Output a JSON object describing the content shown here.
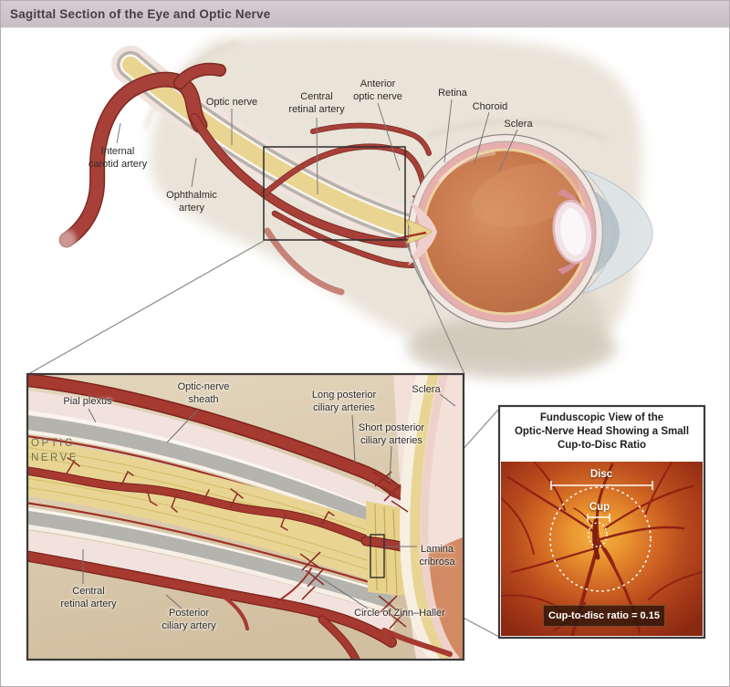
{
  "title": "Sagittal Section of the Eye and Optic Nerve",
  "main": {
    "labels": {
      "internal_carotid_artery": "Internal\ncarotid artery",
      "ophthalmic_artery": "Ophthalmic\nartery",
      "optic_nerve": "Optic nerve",
      "central_retinal_artery": "Central\nretinal artery",
      "anterior_optic_nerve": "Anterior\noptic nerve",
      "retina": "Retina",
      "choroid": "Choroid",
      "sclera": "Sclera"
    }
  },
  "inset": {
    "labels": {
      "pial_plexus": "Pial plexus",
      "optic_nerve_caps": "OPTIC\nNERVE",
      "optic_nerve_sheath": "Optic-nerve\nsheath",
      "long_posterior_ciliary_arteries": "Long posterior\nciliary arteries",
      "short_posterior_ciliary_arteries": "Short posterior\nciliary arteries",
      "sclera": "Sclera",
      "central_retinal_artery": "Central\nretinal artery",
      "posterior_ciliary_artery": "Posterior\nciliary artery",
      "circle_of_zinn_haller": "Circle of Zinn–Haller",
      "lamina_cribrosa": "Lamina\ncribrosa"
    }
  },
  "fundus_panel": {
    "heading": "Funduscopic View of the\nOptic-Nerve Head Showing a Small\nCup-to-Disc Ratio",
    "disc_label": "Disc",
    "cup_label": "Cup",
    "caption": "Cup-to-disc ratio = 0.15"
  },
  "colors": {
    "title_bar_bg": "#cbc5c9",
    "artery_red": "#a63a30",
    "nerve_yellow": "#e9d491",
    "sheath_pink": "#f2e2de",
    "dura_gray": "#b4b3ad",
    "inset_tan": "#d9c9ad",
    "fundus_orange": "#c2541f",
    "panel_border": "#3a3a3a"
  }
}
